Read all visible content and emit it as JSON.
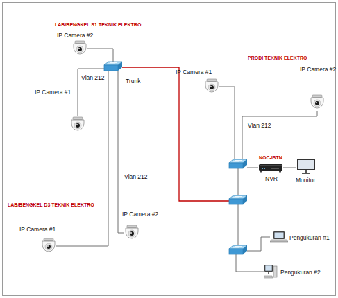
{
  "diagram": {
    "nodes": [
      {
        "text": [
          "IP Camera #2"
        ]
      },
      {
        "text": [
          "IP Camera #1"
        ]
      },
      {
        "text": [
          "IP Camera #1"
        ]
      },
      {
        "text": [
          "IP Camera #2"
        ]
      },
      {
        "text": [
          "NVR"
        ]
      },
      {
        "text": [
          "Monitor"
        ]
      },
      {
        "text": [
          "IP Camera #2"
        ]
      },
      {
        "text": [
          "IP Camera #1"
        ]
      },
      {
        "text": [
          "Pengukuran #1"
        ]
      },
      {
        "text": [
          "Pengukuran #2"
        ]
      }
    ],
    "edges": [
      {
        "from": 4,
        "to": 5,
        "arrow": "none"
      }
    ],
    "labels": [
      "LAB/BENGKEL S1 TEKNIK ELEKTRO",
      "Vlan 212",
      "Trunk",
      "PRODI TEKNIK ELEKTRO",
      "Vlan 212",
      "NOC-ISTN",
      "Vlan 212",
      "LAB/BENGKEL D3 TEKNIK ELEKTRO"
    ]
  }
}
